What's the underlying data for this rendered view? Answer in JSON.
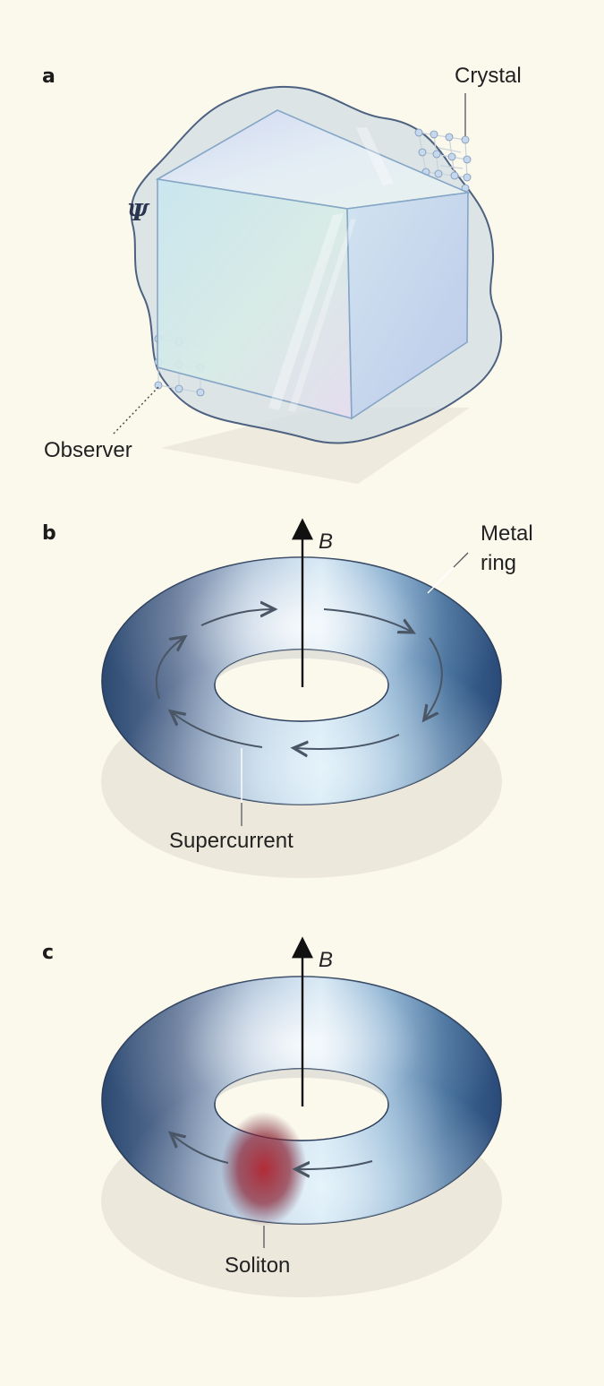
{
  "panel_a": {
    "letter": "a",
    "crystal_label": "Crystal",
    "observer_label": "Observer",
    "wavefunction_symbol": "Ψ"
  },
  "panel_b": {
    "letter": "b",
    "field_label": "B",
    "ring_label_line1": "Metal",
    "ring_label_line2": "ring",
    "supercurrent_label": "Supercurrent"
  },
  "panel_c": {
    "letter": "c",
    "field_label": "B",
    "soliton_label": "Soliton"
  },
  "colors": {
    "background": "#fbf8ec",
    "torus_dark": "#2f4f78",
    "torus_light": "#e6f2fa",
    "soliton": "#b0222e",
    "wave_blob": "#d2dde4"
  }
}
